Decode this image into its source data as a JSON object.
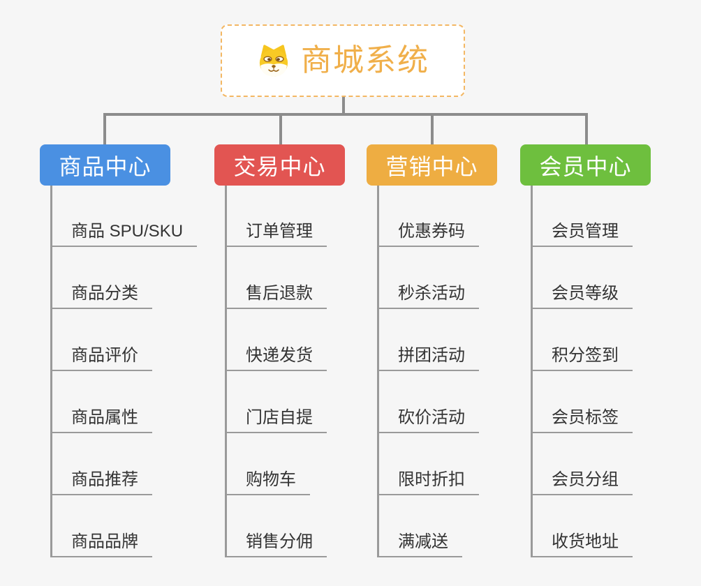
{
  "canvas": {
    "background": "#f6f6f6",
    "connector_color": "#8c8c8c",
    "branch_line_color": "#9a9a9a"
  },
  "root": {
    "label": "商城系统",
    "icon": "shiba-dog-icon",
    "text_color": "#f0af4a",
    "border_color": "#f3b763"
  },
  "branches": [
    {
      "id": "product-center",
      "label": "商品中心",
      "color": "#4a90e2",
      "children": [
        "商品 SPU/SKU",
        "商品分类",
        "商品评价",
        "商品属性",
        "商品推荐",
        "商品品牌"
      ]
    },
    {
      "id": "trade-center",
      "label": "交易中心",
      "color": "#e25552",
      "children": [
        "订单管理",
        "售后退款",
        "快递发货",
        "门店自提",
        "购物车",
        "销售分佣"
      ]
    },
    {
      "id": "marketing-center",
      "label": "营销中心",
      "color": "#eead42",
      "children": [
        "优惠券码",
        "秒杀活动",
        "拼团活动",
        "砍价活动",
        "限时折扣",
        "满减送"
      ]
    },
    {
      "id": "member-center",
      "label": "会员中心",
      "color": "#6ebf3e",
      "children": [
        "会员管理",
        "会员等级",
        "积分签到",
        "会员标签",
        "会员分组",
        "收货地址"
      ]
    }
  ]
}
